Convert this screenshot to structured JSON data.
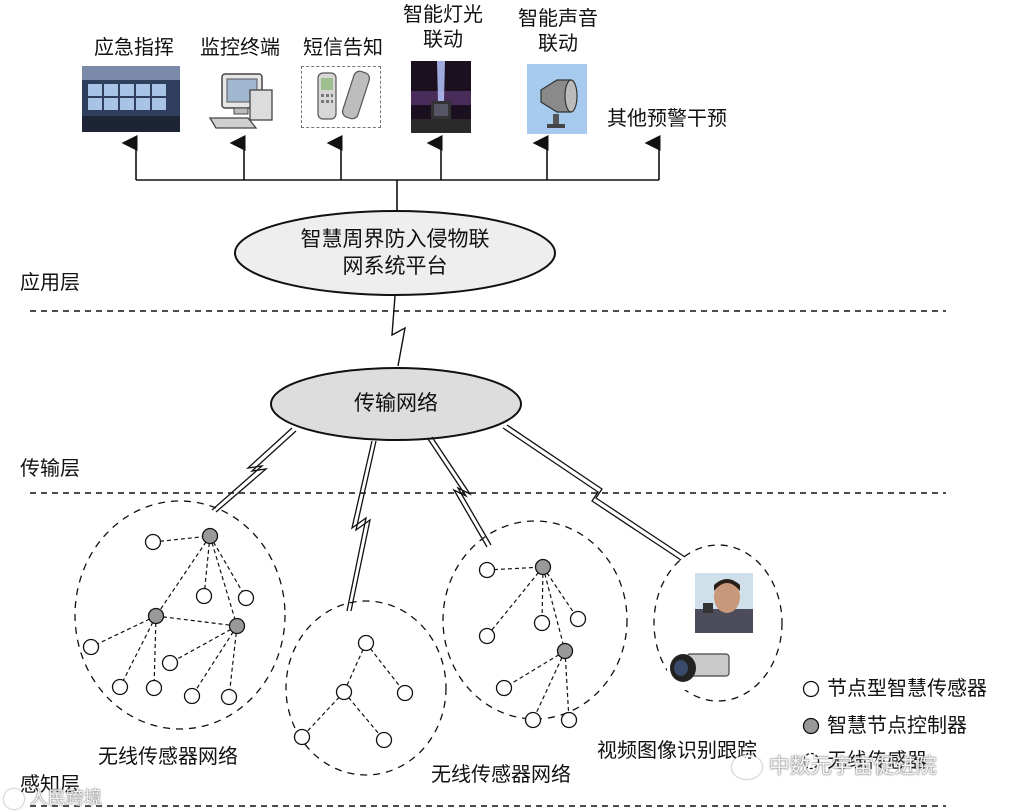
{
  "outputs": [
    {
      "label": "应急指挥",
      "icon": "command-center-icon"
    },
    {
      "label": "监控终端",
      "icon": "computer-terminal-icon"
    },
    {
      "label": "短信告知",
      "icon": "mobile-phones-icon"
    },
    {
      "label": "智能灯光\n联动",
      "icon": "light-beacon-icon"
    },
    {
      "label": "智能声音\n联动",
      "icon": "loudspeaker-icon"
    },
    {
      "label": "其他预警干预",
      "icon": ""
    }
  ],
  "platform": {
    "label": "智慧周界防入侵物联\n网系统平台"
  },
  "network": {
    "label": "传输网络"
  },
  "layers": {
    "application": "应用层",
    "transport": "传输层",
    "perception": "感知层"
  },
  "clusters": {
    "wireless_1": "无线传感器网络",
    "wireless_2": "无线传感器网络",
    "video": "视频图像识别跟踪"
  },
  "legend": {
    "sensor": "节点型智慧传感器",
    "controller": "智慧节点控制器",
    "wireless_sensor": "无线传感器"
  },
  "watermarks": {
    "left": "人民跨境",
    "right": "中数元宇宙促进院"
  },
  "colors": {
    "controller_fill": "#999999",
    "sensor_fill": "#ffffff",
    "platform_fill": "#eeeeee",
    "network_fill": "#dddddd"
  }
}
